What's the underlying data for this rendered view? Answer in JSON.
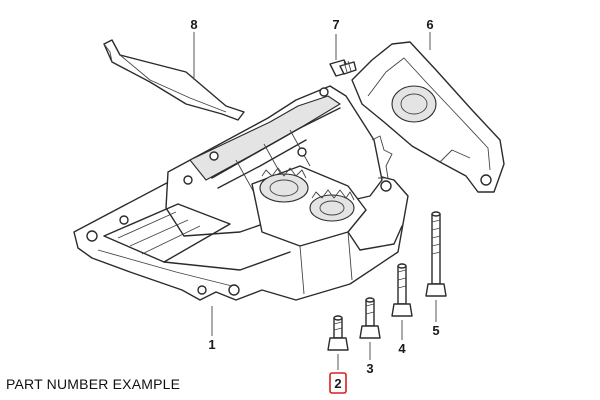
{
  "callouts": {
    "c1": "1",
    "c2": "2",
    "c3": "3",
    "c4": "4",
    "c5": "5",
    "c6": "6",
    "c7": "7",
    "c8": "8"
  },
  "caption": "PART NUMBER EXAMPLE",
  "highlight_color": "#d62020",
  "parts": [
    {
      "callout": "1",
      "icon": "balance-shaft-housing"
    },
    {
      "callout": "2",
      "icon": "short-bolt"
    },
    {
      "callout": "3",
      "icon": "bolt"
    },
    {
      "callout": "4",
      "icon": "bolt"
    },
    {
      "callout": "5",
      "icon": "long-bolt"
    },
    {
      "callout": "6",
      "icon": "cover"
    },
    {
      "callout": "7",
      "icon": "screw"
    },
    {
      "callout": "8",
      "icon": "bracket"
    }
  ]
}
